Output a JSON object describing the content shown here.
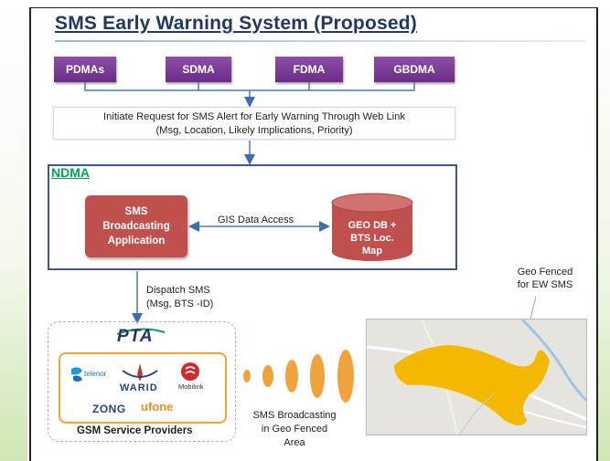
{
  "title": "SMS Early Warning System (Proposed)",
  "agencies": [
    "PDMAs",
    "SDMA",
    "FDMA",
    "GBDMA"
  ],
  "request": {
    "line1": "Initiate Request for SMS Alert for Early Warning Through Web Link",
    "line2": "(Msg, Location, Likely Implications, Priority)"
  },
  "ndma": {
    "label": "NDMA",
    "sms_app": [
      "SMS",
      "Broadcasting",
      "Application"
    ],
    "gis_label": "GIS Data Access",
    "geo_db": [
      "GEO DB +",
      "BTS Loc.",
      "Map"
    ]
  },
  "dispatch": {
    "line1": "Dispatch SMS",
    "line2": "(Msg, BTS -ID)"
  },
  "pta": {
    "logo": "PTA",
    "gsm_label": "GSM Service Providers",
    "operators": {
      "telenor": "telenor",
      "warid": "WARID",
      "mobilink": "Mobilink",
      "zong": "ZONG",
      "ufone": "ufone"
    }
  },
  "broadcast": {
    "line1": "SMS Broadcasting",
    "line2": "in Geo Fenced",
    "line3": "Area"
  },
  "geo_fence": {
    "line1": "Geo Fenced",
    "line2": "for EW SMS"
  },
  "colors": {
    "title": "#1f3864",
    "agency": "#7b3b97",
    "red_box": "#c0504d",
    "ndma_label": "#00a651",
    "geo_fence_fill": "#f5b800",
    "gsm_border": "#f0a830"
  }
}
